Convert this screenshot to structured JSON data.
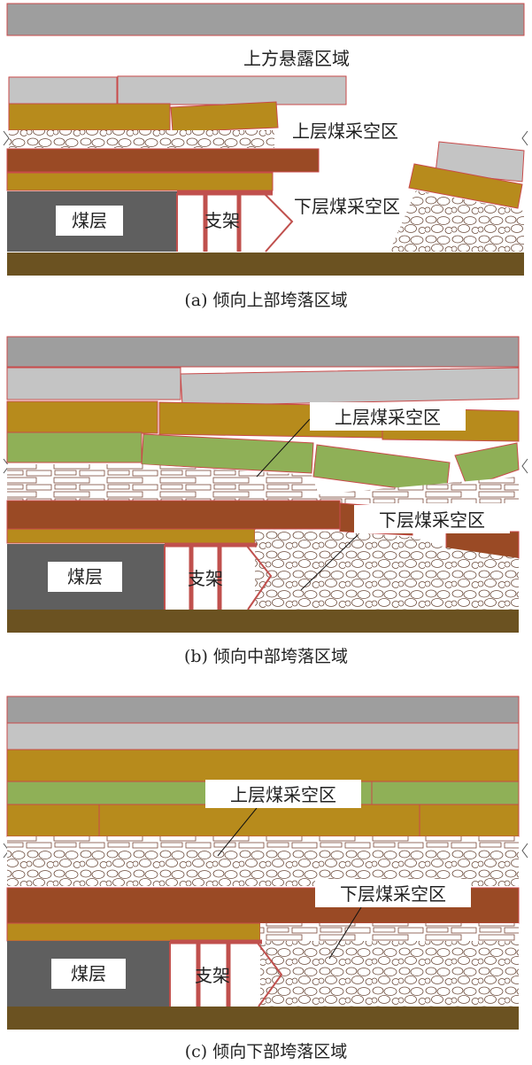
{
  "colors": {
    "top_stratum": "#9e9e9e",
    "grey_strata": "#c4c4c4",
    "sandstone": "#b78b1c",
    "brown_mudstone": "#9a4a25",
    "green_stratum": "#8fb057",
    "coal": "#5f5f5f",
    "floor": "#6b5221",
    "support": "#c0504d",
    "outline": "#c94a4a"
  },
  "panel_a": {
    "label_upper_exposed": "上方悬露区域",
    "label_upper_goaf": "上层煤采空区",
    "label_lower_goaf": "下层煤采空区",
    "label_coal": "煤层",
    "label_support": "支架",
    "caption": "(a) 倾向上部垮落区域"
  },
  "panel_b": {
    "label_upper_goaf": "上层煤采空区",
    "label_lower_goaf": "下层煤采空区",
    "label_coal": "煤层",
    "label_support": "支架",
    "caption": "(b) 倾向中部垮落区域"
  },
  "panel_c": {
    "label_upper_goaf": "上层煤采空区",
    "label_lower_goaf": "下层煤采空区",
    "label_coal": "煤层",
    "label_support": "支架",
    "caption": "(c) 倾向下部垮落区域"
  }
}
